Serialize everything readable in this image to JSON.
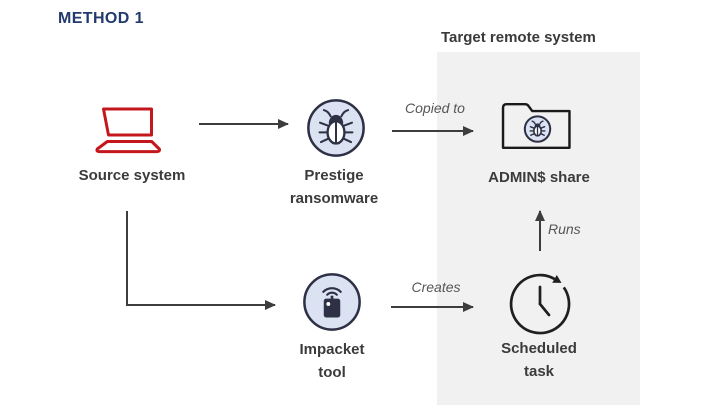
{
  "title": "METHOD 1",
  "target_panel": {
    "label": "Target remote system"
  },
  "nodes": {
    "source": {
      "label": "Source system",
      "icon": "laptop-icon"
    },
    "prestige": {
      "label": "Prestige\nransomware",
      "icon": "bug-badge-icon"
    },
    "admin_share": {
      "label": "ADMIN$ share",
      "icon": "folder-bug-icon"
    },
    "impacket": {
      "label": "Impacket\ntool",
      "icon": "wireless-device-badge-icon"
    },
    "scheduled_task": {
      "label": "Scheduled\ntask",
      "icon": "scheduled-clock-icon"
    }
  },
  "edges": {
    "copy": {
      "label": "Copied to"
    },
    "create": {
      "label": "Creates"
    },
    "run": {
      "label": "Runs"
    }
  },
  "colors": {
    "accent_navy": "#233a6d",
    "laptop_red": "#c4171c",
    "badge_fill": "#dbe3f2",
    "badge_stroke": "#2e3045",
    "panel_gray": "#f1f1f1",
    "arrow_gray": "#3d3d3d",
    "label_dark": "#3b3b3b",
    "edge_label_gray": "#565656"
  }
}
